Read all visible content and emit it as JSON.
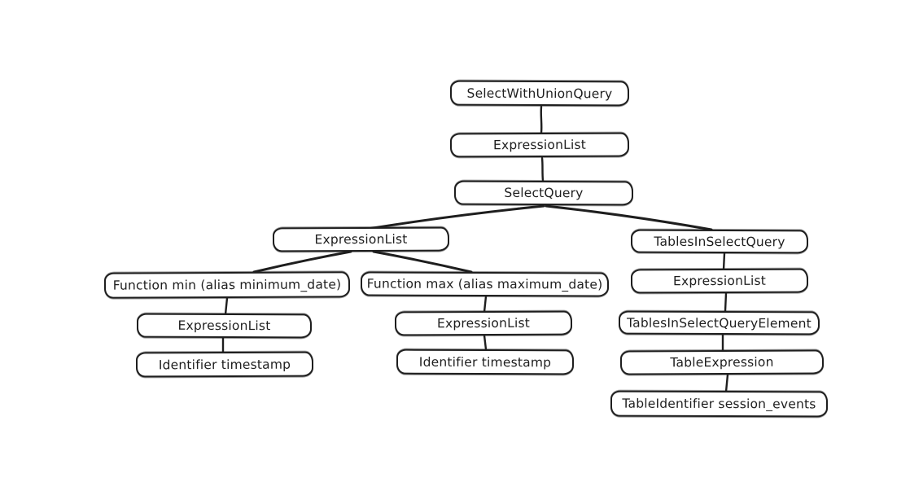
{
  "diagram": {
    "type": "tree",
    "description": "Hand-drawn SQL abstract syntax tree diagram",
    "colors": {
      "stroke": "#1e1e1e",
      "node_fill": "#ffffff",
      "background": "#ffffff"
    }
  },
  "nodes": {
    "select_with_union_query": {
      "label": "SelectWithUnionQuery"
    },
    "expression_list_top": {
      "label": "ExpressionList"
    },
    "select_query": {
      "label": "SelectQuery"
    },
    "expression_list_select": {
      "label": "ExpressionList"
    },
    "function_min": {
      "label": "Function min (alias minimum_date)"
    },
    "expression_list_min": {
      "label": "ExpressionList"
    },
    "identifier_timestamp_min": {
      "label": "Identifier timestamp"
    },
    "function_max": {
      "label": "Function max (alias maximum_date)"
    },
    "expression_list_max": {
      "label": "ExpressionList"
    },
    "identifier_timestamp_max": {
      "label": "Identifier timestamp"
    },
    "tables_in_select_query": {
      "label": "TablesInSelectQuery"
    },
    "expression_list_tables": {
      "label": "ExpressionList"
    },
    "tables_in_select_query_element": {
      "label": "TablesInSelectQueryElement"
    },
    "table_expression": {
      "label": "TableExpression"
    },
    "table_identifier": {
      "label": "TableIdentifier session_events"
    }
  },
  "edges": [
    {
      "from": "select_with_union_query",
      "to": "expression_list_top"
    },
    {
      "from": "expression_list_top",
      "to": "select_query"
    },
    {
      "from": "select_query",
      "to": "expression_list_select"
    },
    {
      "from": "select_query",
      "to": "tables_in_select_query"
    },
    {
      "from": "expression_list_select",
      "to": "function_min"
    },
    {
      "from": "expression_list_select",
      "to": "function_max"
    },
    {
      "from": "function_min",
      "to": "expression_list_min"
    },
    {
      "from": "expression_list_min",
      "to": "identifier_timestamp_min"
    },
    {
      "from": "function_max",
      "to": "expression_list_max"
    },
    {
      "from": "expression_list_max",
      "to": "identifier_timestamp_max"
    },
    {
      "from": "tables_in_select_query",
      "to": "expression_list_tables"
    },
    {
      "from": "expression_list_tables",
      "to": "tables_in_select_query_element"
    },
    {
      "from": "tables_in_select_query_element",
      "to": "table_expression"
    },
    {
      "from": "table_expression",
      "to": "table_identifier"
    }
  ]
}
